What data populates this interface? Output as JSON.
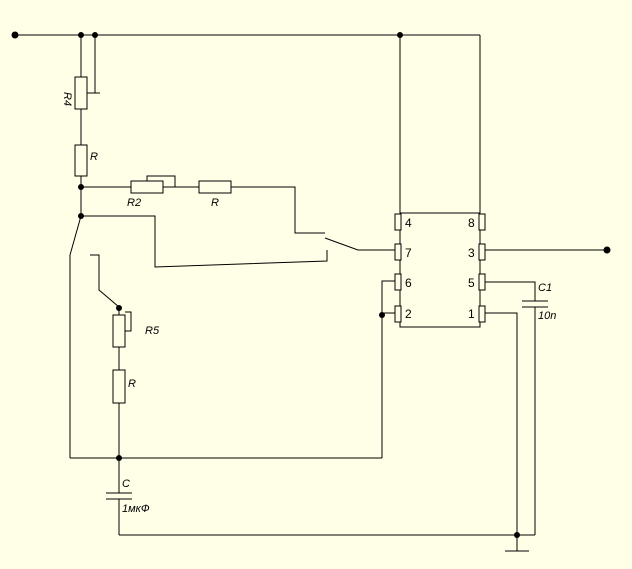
{
  "components": {
    "r4": {
      "label": "R4"
    },
    "r_top": {
      "label": "R"
    },
    "r2": {
      "label": "R2"
    },
    "r_mid": {
      "label": "R"
    },
    "r5": {
      "label": "R5"
    },
    "r_bot": {
      "label": "R"
    },
    "c": {
      "label": "C",
      "value": "1мкФ"
    },
    "c1": {
      "label": "C1",
      "value": "10n"
    }
  },
  "ic": {
    "pins": {
      "p4": "4",
      "p7": "7",
      "p6": "6",
      "p2": "2",
      "p8": "8",
      "p3": "3",
      "p5": "5",
      "p1": "1"
    }
  }
}
